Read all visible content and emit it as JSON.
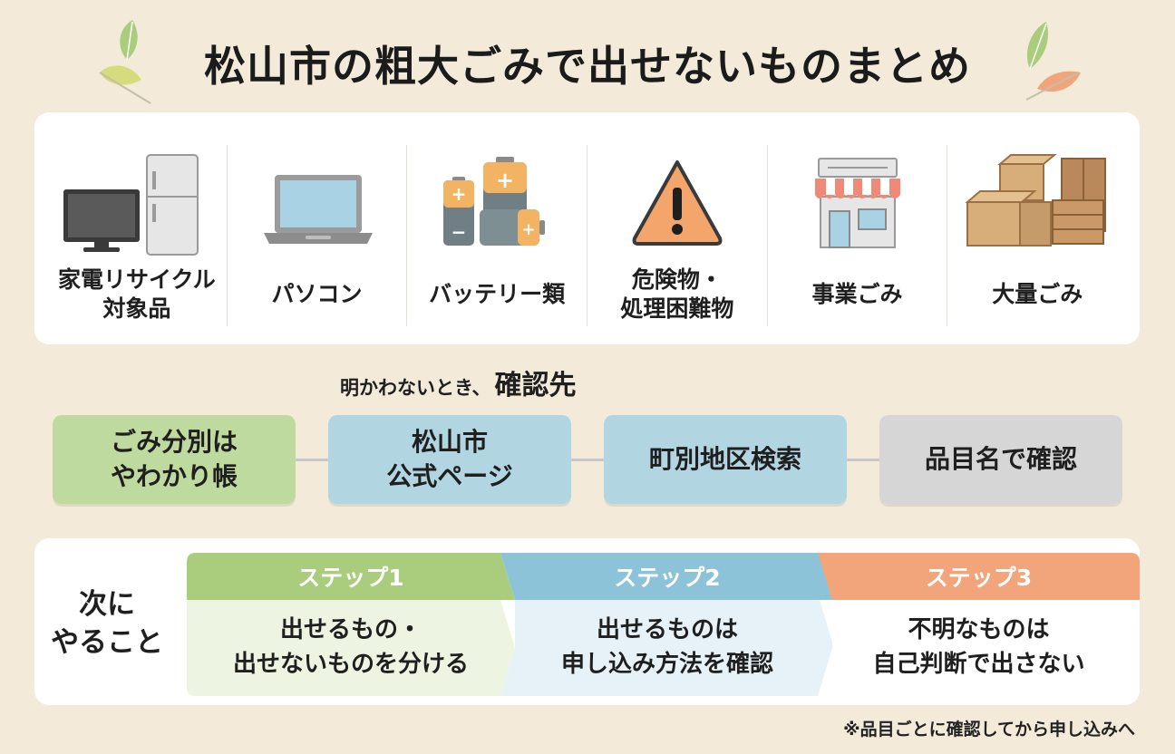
{
  "title": "松山市の粗大ごみで出せないものまとめ",
  "colors": {
    "background": "#f3ead9",
    "green": "#a9cd7c",
    "blue": "#8dc3d8",
    "orange": "#f2a57a",
    "gray": "#d6d6d6"
  },
  "categories": [
    {
      "label": "家電リサイクル\n対象品",
      "icon": "tv-fridge-icon"
    },
    {
      "label": "パソコン",
      "icon": "laptop-icon"
    },
    {
      "label": "バッテリー類",
      "icon": "battery-icon"
    },
    {
      "label": "危険物・\n処理困難物",
      "icon": "warning-icon"
    },
    {
      "label": "事業ごみ",
      "icon": "shop-icon"
    },
    {
      "label": "大量ごみ",
      "icon": "boxes-furniture-icon"
    }
  ],
  "confirm": {
    "prefix": "明かわないとき、",
    "title": "確認先"
  },
  "resources": [
    "ごみ分別は\nやわかり帳",
    "松山市\n公式ページ",
    "町別地区検索",
    "品目名で確認"
  ],
  "next": {
    "label": "次に\nやること",
    "steps": [
      {
        "title": "ステップ1",
        "text": "出せるもの・\n出せないものを分ける"
      },
      {
        "title": "ステップ2",
        "text": "出せるものは\n申し込み方法を確認"
      },
      {
        "title": "ステップ3",
        "text": "不明なものは\n自己判断で出さない"
      }
    ]
  },
  "footnote": "※品目ごとに確認してから申し込みへ"
}
